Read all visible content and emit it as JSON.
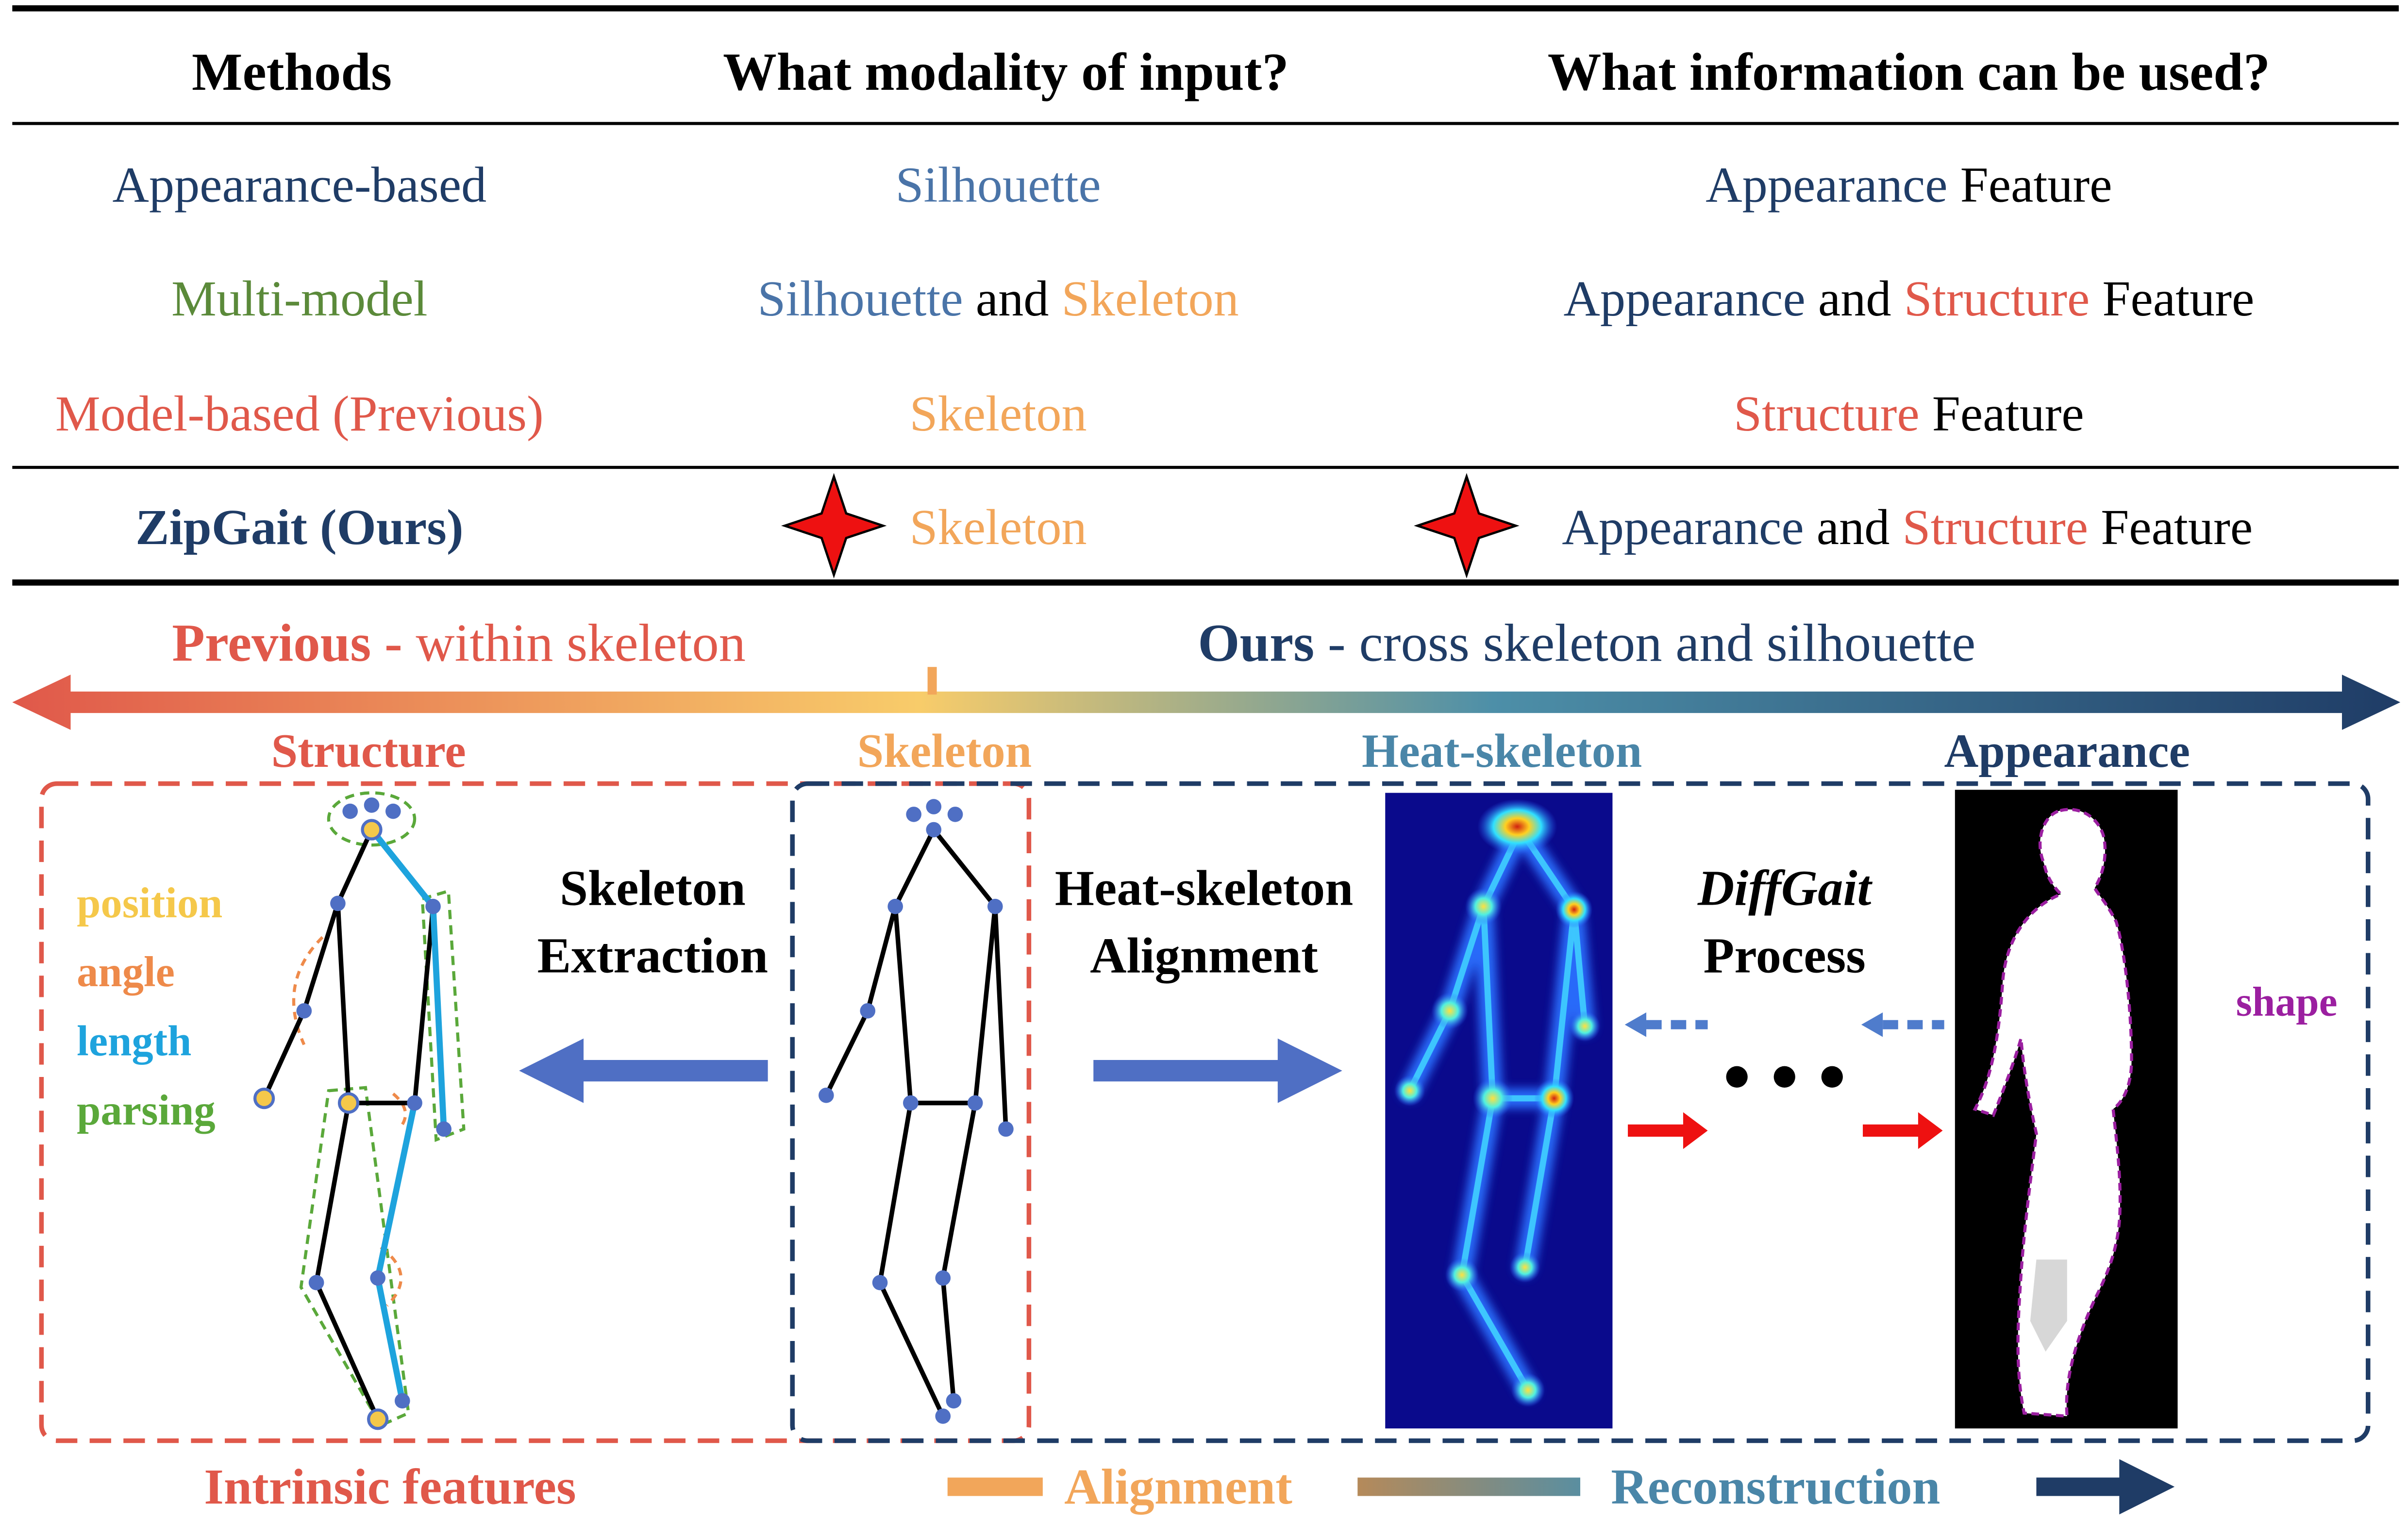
{
  "table": {
    "headers": [
      "Methods",
      "What modality of input?",
      "What information can be used?"
    ],
    "rows": [
      {
        "method": "Appearance-based",
        "input": [
          {
            "text": "Silhouette",
            "color": "#4a74a8"
          }
        ],
        "info": [
          {
            "text": "Appearance",
            "color": "#1f3c66"
          },
          {
            "text": " Feature",
            "color": "#000000"
          }
        ]
      },
      {
        "method": "Multi-model",
        "input": [
          {
            "text": "Silhouette",
            "color": "#4a74a8"
          },
          {
            "text": " and ",
            "color": "#000000"
          },
          {
            "text": "Skeleton",
            "color": "#f2a65a"
          }
        ],
        "info": [
          {
            "text": "Appearance",
            "color": "#1f3c66"
          },
          {
            "text": " and ",
            "color": "#000000"
          },
          {
            "text": "Structure",
            "color": "#e0584a"
          },
          {
            "text": " Feature",
            "color": "#000000"
          }
        ]
      },
      {
        "method": "Model-based (Previous)",
        "input": [
          {
            "text": "Skeleton",
            "color": "#f2a65a"
          }
        ],
        "info": [
          {
            "text": "Structure",
            "color": "#e0584a"
          },
          {
            "text": " Feature",
            "color": "#000000"
          }
        ]
      },
      {
        "method": "ZipGait (Ours)",
        "input": [
          {
            "text": "Skeleton",
            "color": "#f2a65a"
          }
        ],
        "info": [
          {
            "text": "Appearance",
            "color": "#1f3c66"
          },
          {
            "text": " and ",
            "color": "#000000"
          },
          {
            "text": "Structure",
            "color": "#e0584a"
          },
          {
            "text": " Feature",
            "color": "#000000"
          }
        ]
      }
    ],
    "method_colors": [
      "#1f3c66",
      "#5b8a3a",
      "#e0584a",
      "#1f3c66"
    ]
  },
  "banner": {
    "previous_bold": "Previous -",
    "previous_rest": " within skeleton",
    "ours_bold": "Ours",
    "ours_rest": " - cross skeleton and silhouette"
  },
  "stages": {
    "structure": "Structure",
    "skeleton": "Skeleton",
    "heat_skeleton": "Heat-skeleton",
    "appearance": "Appearance"
  },
  "structure_legend": [
    {
      "text": "position",
      "color": "#f5c84a"
    },
    {
      "text": "angle",
      "color": "#ee8a4a"
    },
    {
      "text": "length",
      "color": "#1ea3dd"
    },
    {
      "text": "parsing",
      "color": "#5aa83a"
    }
  ],
  "process_labels": {
    "skeleton_extraction_1": "Skeleton",
    "skeleton_extraction_2": "Extraction",
    "alignment_1": "Heat-skeleton",
    "alignment_2": "Alignment",
    "diffgait_1": "DiffGait",
    "diffgait_2": "Process",
    "shape": "shape"
  },
  "footer": {
    "intrinsic": "Intrinsic features",
    "alignment": "Alignment",
    "reconstruction": "Reconstruction"
  },
  "colors": {
    "red": "#e0584a",
    "orange": "#f2a65a",
    "navy": "#1f3c66",
    "blue_arrow": "#4f6fc4",
    "teal": "#4a86a8",
    "purple": "#9b1fa0"
  }
}
